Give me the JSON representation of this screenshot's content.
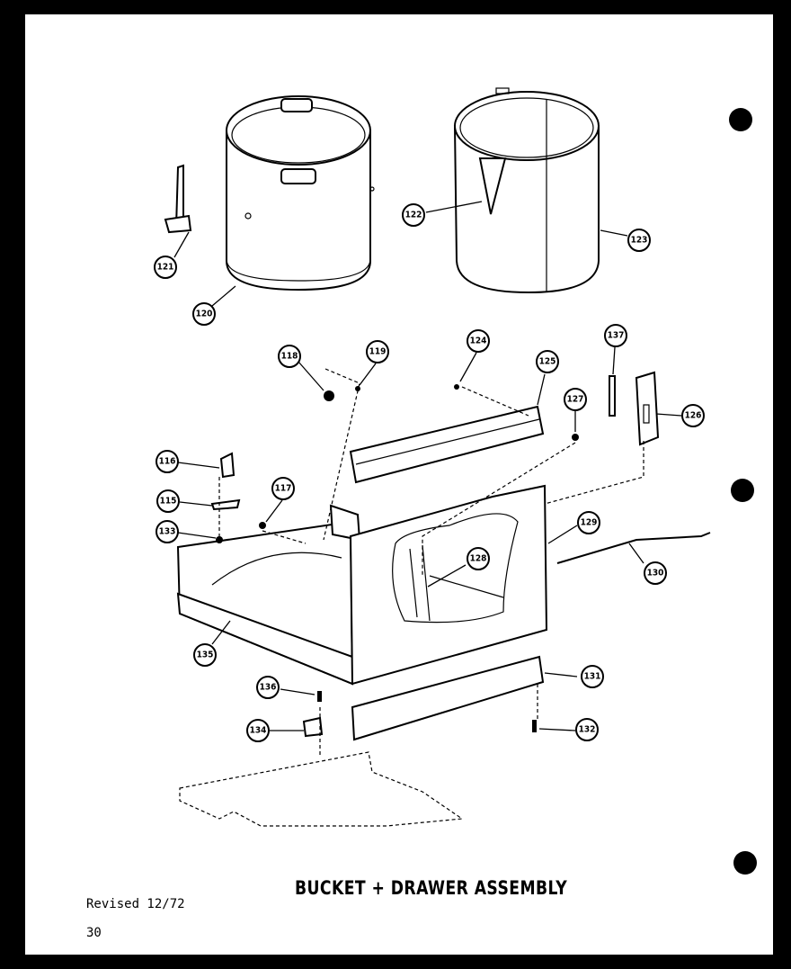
{
  "title": "BUCKET + DRAWER ASSEMBLY",
  "revision": "Revised 12/72",
  "page_number": "30",
  "callouts": [
    "115",
    "116",
    "117",
    "118",
    "119",
    "120",
    "121",
    "122",
    "123",
    "124",
    "125",
    "126",
    "127",
    "128",
    "129",
    "130",
    "131",
    "132",
    "133",
    "134",
    "135",
    "136",
    "137"
  ]
}
